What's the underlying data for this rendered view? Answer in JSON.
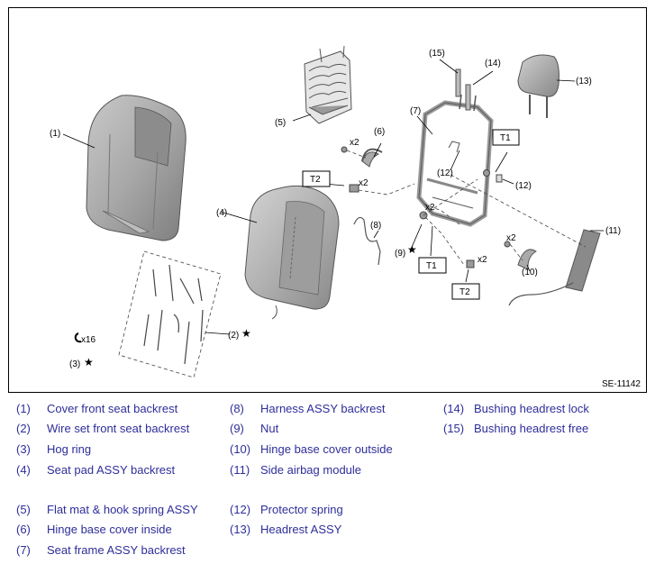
{
  "figure": {
    "code": "SE-11142",
    "callouts": {
      "c1": "(1)",
      "c2": "(2)",
      "c3": "(3)",
      "c4": "(4)",
      "c5": "(5)",
      "c6": "(6)",
      "c7": "(7)",
      "c8": "(8)",
      "c9": "(9)",
      "c10": "(10)",
      "c11": "(11)",
      "c12a": "(12)",
      "c12b": "(12)",
      "c13": "(13)",
      "c14": "(14)",
      "c15": "(15)"
    },
    "qty": {
      "x2": "x2",
      "x16": "x16"
    },
    "torque": {
      "t1": "T1",
      "t2": "T2"
    },
    "star": "★"
  },
  "legend": [
    {
      "num": "(1)",
      "text": "Cover front seat backrest"
    },
    {
      "num": "(2)",
      "text": "Wire set front seat backrest"
    },
    {
      "num": "(3)",
      "text": "Hog ring"
    },
    {
      "num": "(4)",
      "text": "Seat pad ASSY backrest"
    },
    {
      "num": "(5)",
      "text": "Flat mat & hook spring ASSY"
    },
    {
      "num": "(6)",
      "text": "Hinge base cover inside"
    },
    {
      "num": "(7)",
      "text": "Seat frame ASSY backrest"
    },
    {
      "num": "(8)",
      "text": "Harness ASSY backrest"
    },
    {
      "num": "(9)",
      "text": "Nut"
    },
    {
      "num": "(10)",
      "text": "Hinge base cover outside"
    },
    {
      "num": "(11)",
      "text": "Side airbag module"
    },
    {
      "num": "(12)",
      "text": "Protector spring"
    },
    {
      "num": "(13)",
      "text": "Headrest ASSY"
    },
    {
      "num": "(14)",
      "text": "Bushing headrest lock"
    },
    {
      "num": "(15)",
      "text": "Bushing headrest free"
    }
  ]
}
